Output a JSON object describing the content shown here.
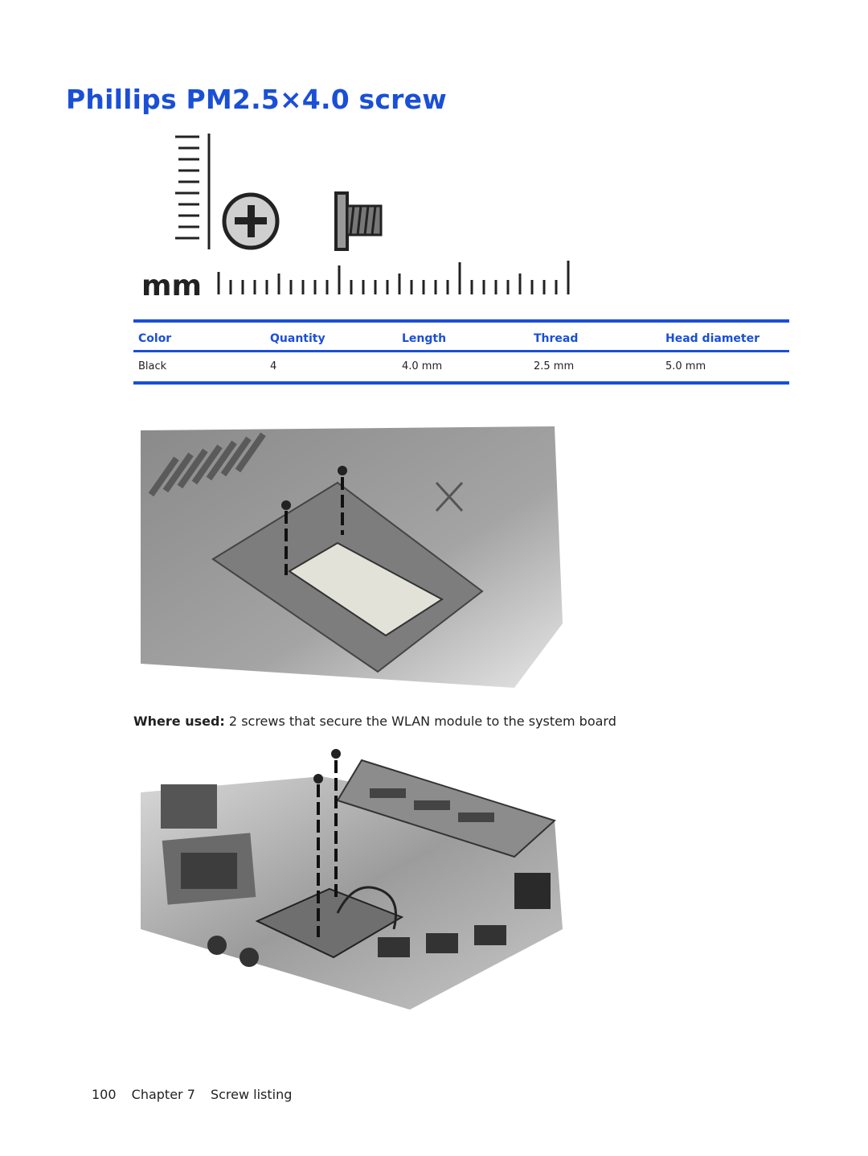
{
  "title": "Phillips PM2.5×4.0 screw",
  "ruler": {
    "unit_label": "mm"
  },
  "table": {
    "headers": [
      "Color",
      "Quantity",
      "Length",
      "Thread",
      "Head diameter"
    ],
    "rows": [
      [
        "Black",
        "4",
        "4.0 mm",
        "2.5 mm",
        "5.0 mm"
      ]
    ]
  },
  "where_used": {
    "label": "Where used:",
    "text": "2 screws that secure the WLAN module to the system board"
  },
  "footer": {
    "page_number": "100",
    "chapter": "Chapter 7",
    "section": "Screw listing"
  }
}
